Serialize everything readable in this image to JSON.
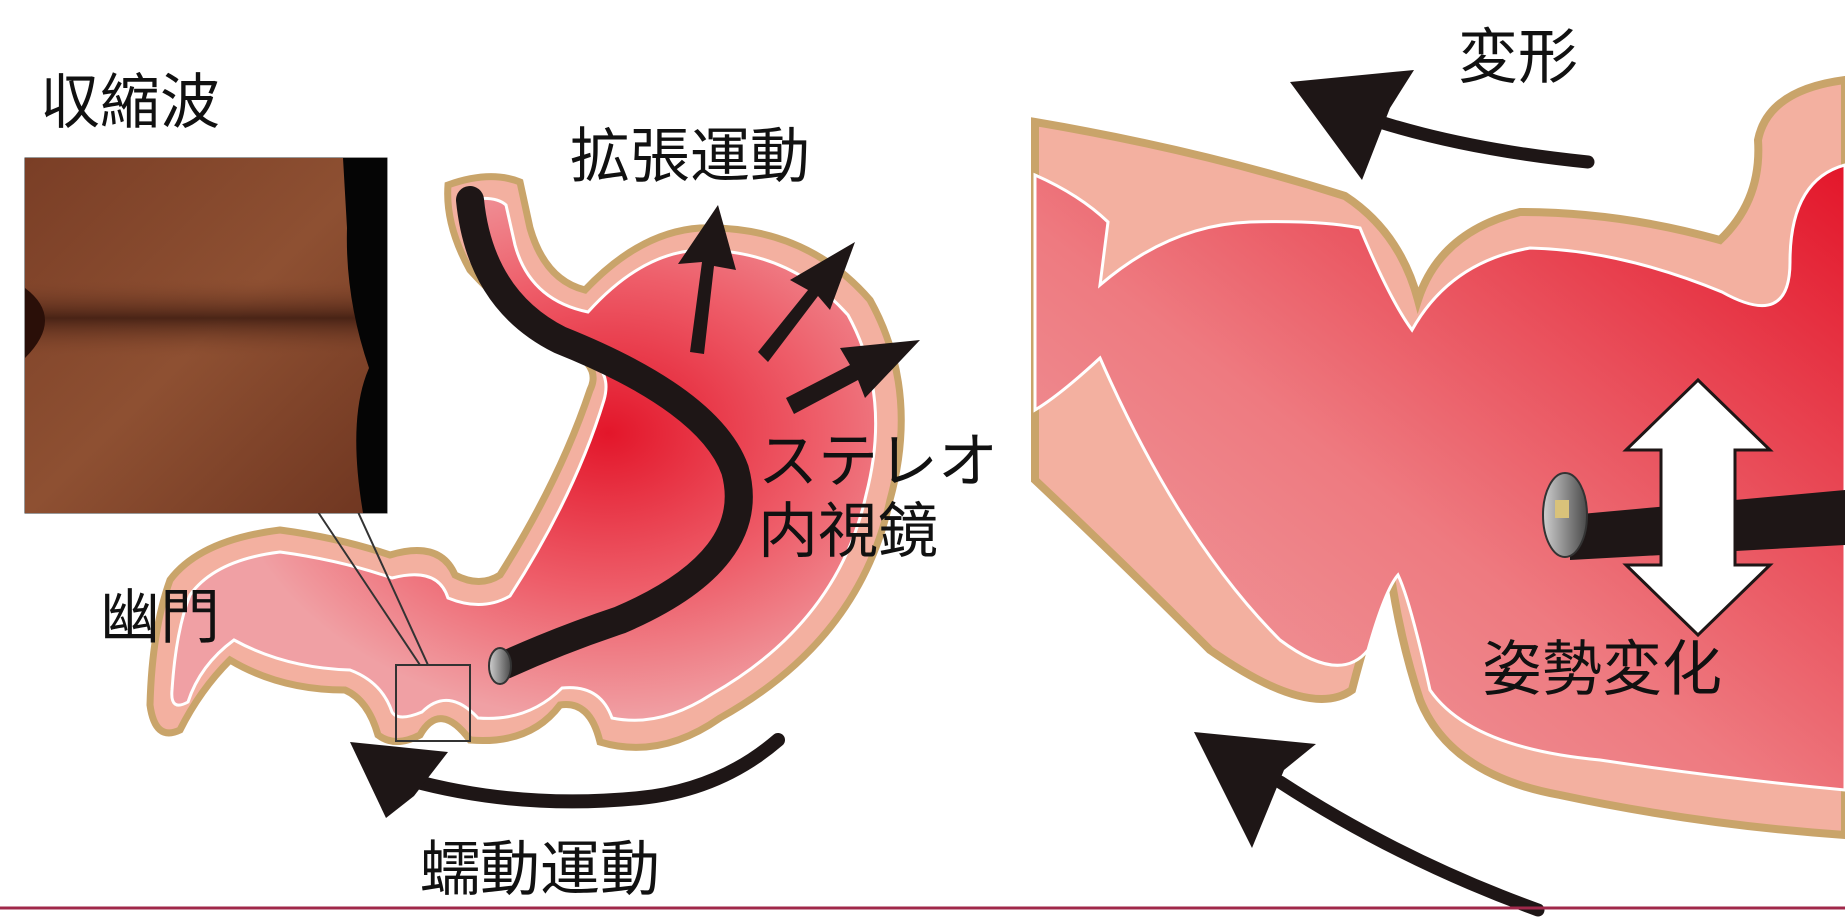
{
  "labels": {
    "contraction_wave": "収縮波",
    "dilation_motion": "拡張運動",
    "stereo_endoscope_line1": "ステレオ",
    "stereo_endoscope_line2": "内視鏡",
    "pylorus": "幽門",
    "peristalsis": "蠕動運動",
    "deformation": "変形",
    "posture_change": "姿勢変化"
  },
  "colors": {
    "wall_outer": "#c9a46a",
    "wall_mid": "#f3b0a0",
    "lumen_light": "#ef8a8a",
    "lumen_deep": "#e3162a",
    "arrow": "#1e1616",
    "rule": "#a0284a",
    "photo_tissue": "#8a4a30"
  },
  "icons": {
    "dilation": "arrow-up-right-icon",
    "peristalsis": "curved-arrow-left-icon",
    "deformation": "curved-arrow-left-icon",
    "posture": "double-arrow-vertical-icon"
  }
}
